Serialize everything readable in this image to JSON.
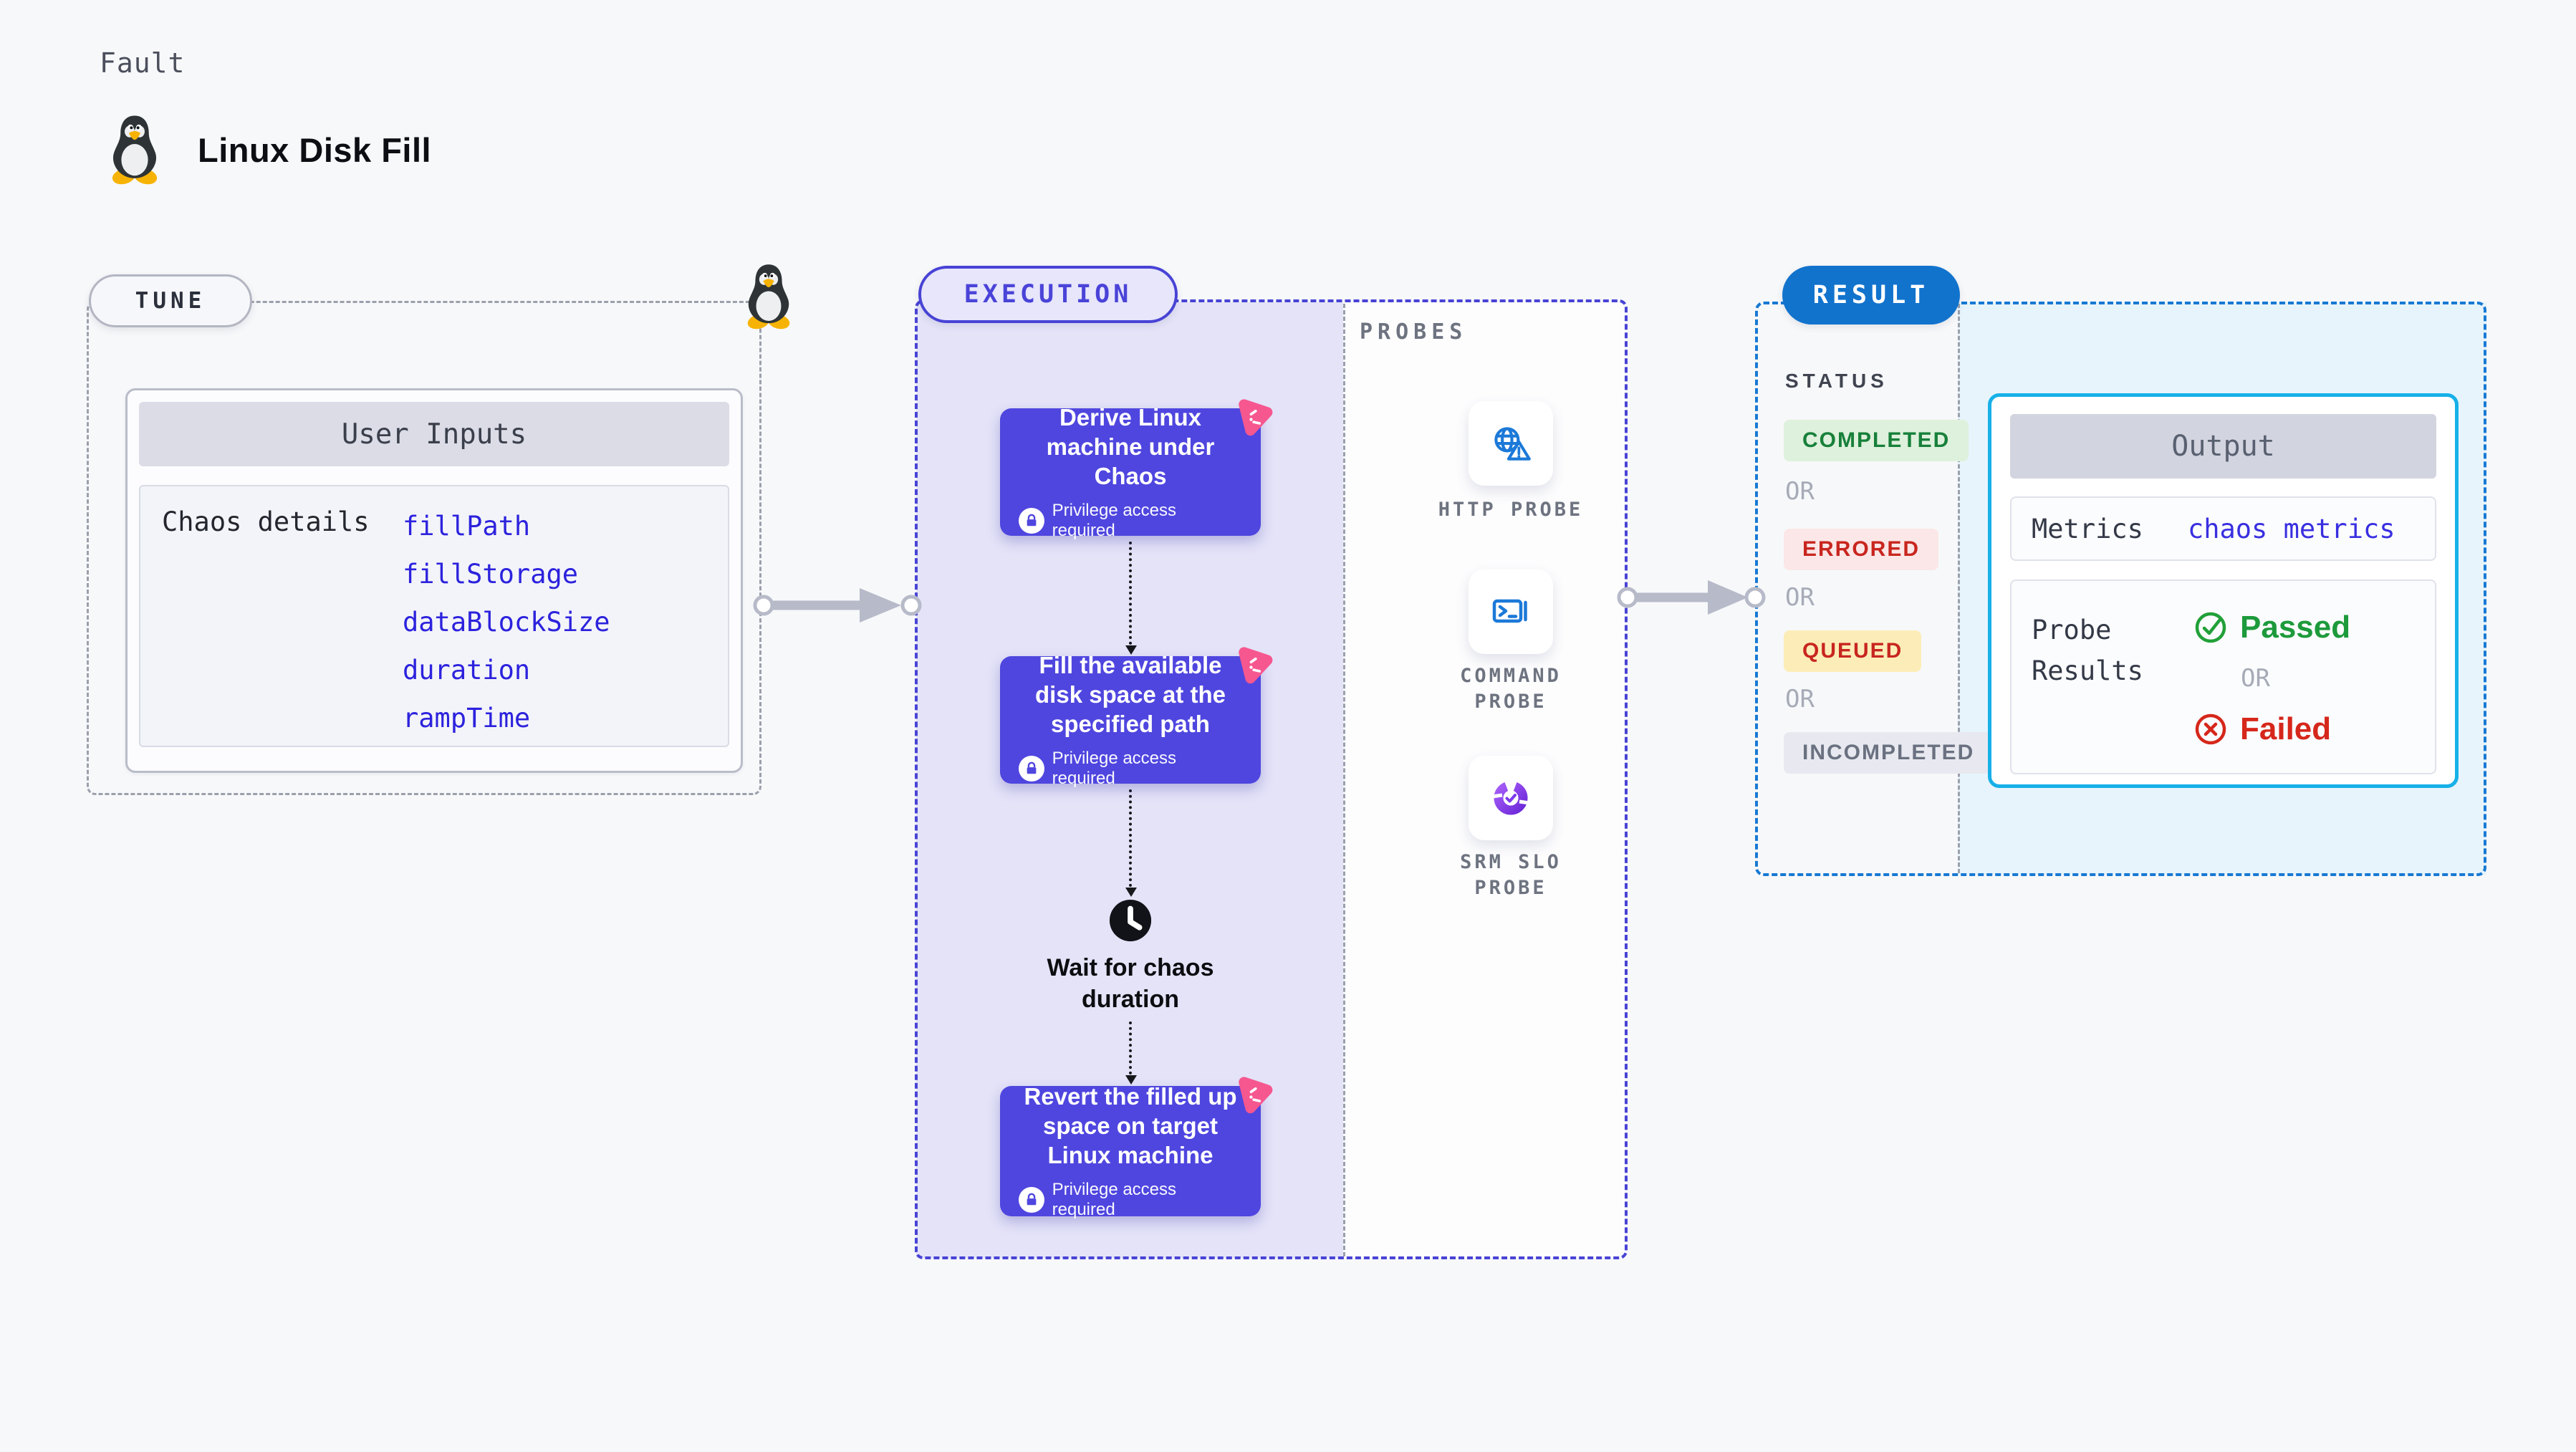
{
  "header": {
    "kicker": "Fault",
    "title": "Linux Disk Fill"
  },
  "tune": {
    "badge": "TUNE",
    "card": {
      "header": "User Inputs",
      "row_label": "Chaos details",
      "inputs": [
        "fillPath",
        "fillStorage",
        "dataBlockSize",
        "duration",
        "rampTime"
      ]
    }
  },
  "execution": {
    "badge": "EXECUTION",
    "steps": [
      {
        "title": "Derive Linux machine under Chaos",
        "note": "Privilege access required"
      },
      {
        "title": "Fill the available disk space at the specified path",
        "note": "Privilege access required"
      },
      {
        "title": "Revert the filled up space on target Linux machine",
        "note": "Privilege access required"
      }
    ],
    "wait_label": "Wait for chaos duration"
  },
  "probes": {
    "label": "PROBES",
    "items": [
      {
        "label": "HTTP PROBE",
        "icon": "globe-alert-icon"
      },
      {
        "label": "COMMAND PROBE",
        "icon": "terminal-icon"
      },
      {
        "label": "SRM SLO PROBE",
        "icon": "slo-donut-icon"
      }
    ]
  },
  "result": {
    "badge": "RESULT",
    "status": {
      "label": "STATUS",
      "or": "OR",
      "badges": [
        {
          "label": "COMPLETED",
          "kind": "completed"
        },
        {
          "label": "ERRORED",
          "kind": "errored"
        },
        {
          "label": "QUEUED",
          "kind": "queued"
        },
        {
          "label": "INCOMPLETED",
          "kind": "incompleted"
        }
      ]
    },
    "output": {
      "header": "Output",
      "metrics_label": "Metrics",
      "metrics_value": "chaos metrics",
      "probe_results_label": "Probe Results",
      "passed_label": "Passed",
      "or": "OR",
      "failed_label": "Failed"
    }
  },
  "colors": {
    "accent_indigo": "#4f46df",
    "accent_blue": "#1273cd",
    "accent_cyan": "#17b0e8",
    "accent_pink": "#f6578f",
    "link_blue": "#2c22dd",
    "passed_green": "#1d9a3b",
    "failed_red": "#d6271b",
    "completed_green": "#17803a",
    "queued_yellow": "#fcedb8"
  }
}
